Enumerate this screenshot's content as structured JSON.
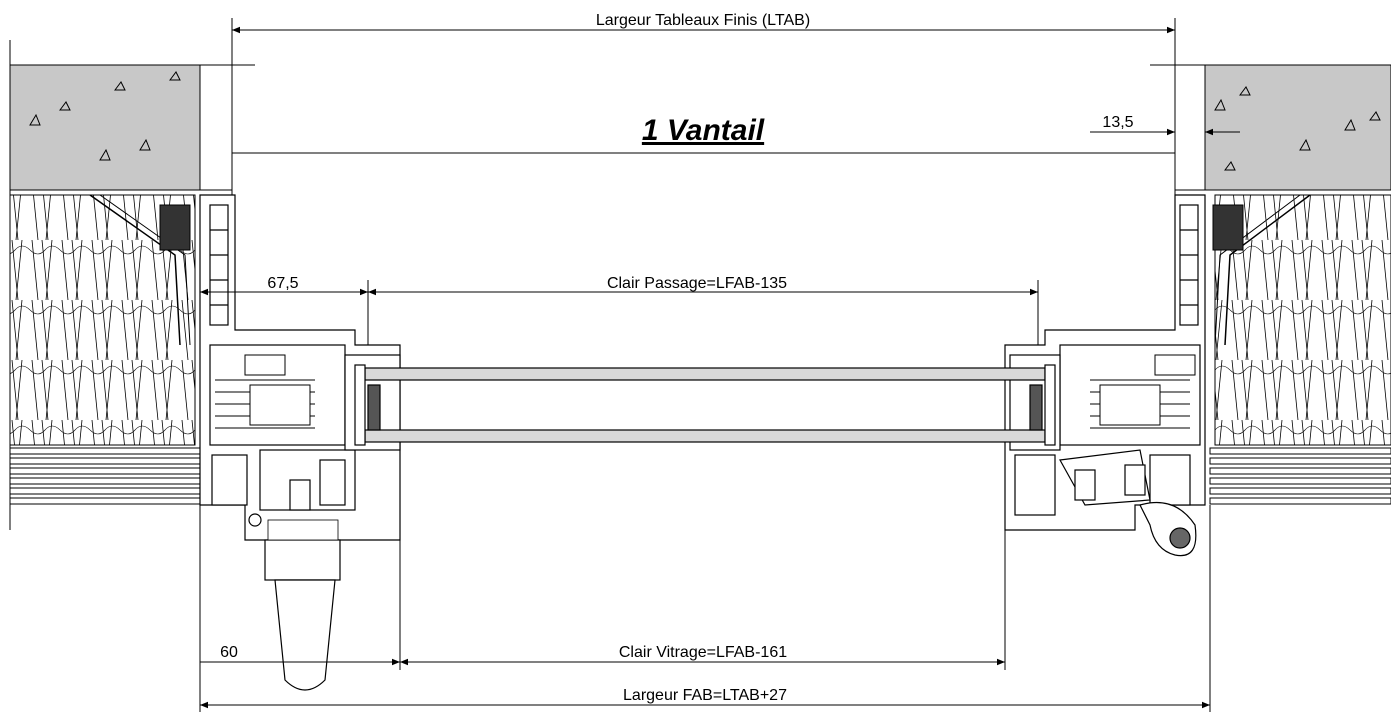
{
  "drawing": {
    "title": "1 Vantail",
    "dimensions": {
      "ltab": "Largeur Tableaux Finis (LTAB)",
      "offset_13_5": "13,5",
      "offset_67_5": "67,5",
      "clair_passage": "Clair Passage=LFAB-135",
      "offset_60": "60",
      "clair_vitrage": "Clair Vitrage=LFAB-161",
      "largeur_fab": "Largeur FAB=LTAB+27"
    }
  }
}
